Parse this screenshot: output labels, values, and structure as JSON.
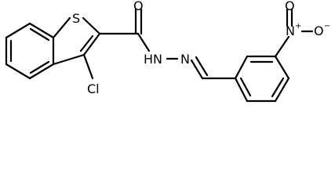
{
  "structure": {
    "atom_labels": {
      "sulfur": "S",
      "carbonyl_oxygen": "O",
      "chlorine": "Cl",
      "hydrazide_nh": "HN",
      "imine_nitrogen": "N",
      "nitro_nitrogen": "N",
      "nitro_oxygen_top": "O",
      "nitro_oxygen_right": "O"
    },
    "charges": {
      "nitro_nitrogen": "+",
      "nitro_oxygen_right": "−"
    }
  },
  "colors": {
    "bond": "#000000",
    "label": "#000000",
    "background": "#ffffff"
  }
}
